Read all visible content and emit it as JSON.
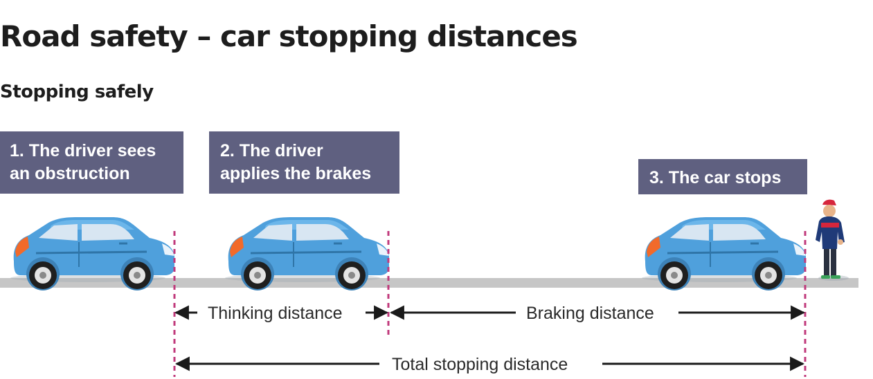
{
  "page": {
    "title": "Road safety – car stopping distances",
    "subtitle": "Stopping safely"
  },
  "steps": [
    {
      "line1": "1. The driver sees",
      "line2": "an obstruction"
    },
    {
      "line1": "2. The driver",
      "line2": "applies the brakes"
    },
    {
      "line1": "3. The car stops"
    }
  ],
  "distances": {
    "thinking": "Thinking distance",
    "braking": "Braking distance",
    "total": "Total stopping distance"
  },
  "colors": {
    "label_box": "#5f6080",
    "car_body": "#4fa0dc",
    "car_light": "#f26a2a",
    "road": "#c6c6c6",
    "marker": "#c0397b",
    "arrow": "#1a1a1a"
  }
}
